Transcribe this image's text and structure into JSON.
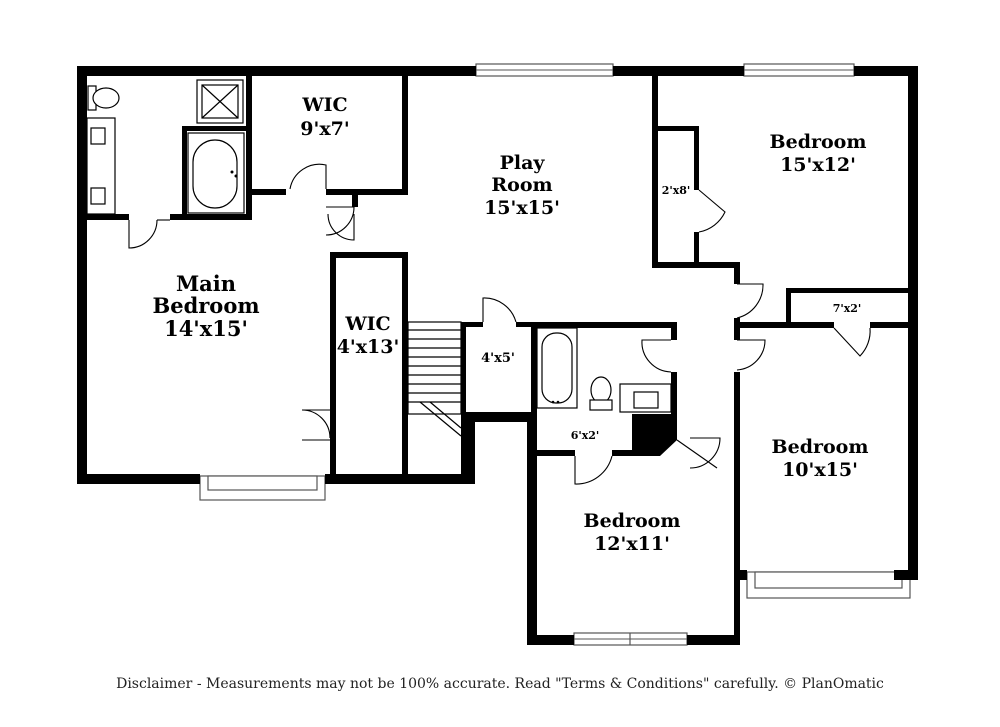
{
  "rooms": {
    "wic_top": {
      "name": "WIC",
      "size": "9'x7'"
    },
    "play_room": {
      "name_line1": "Play",
      "name_line2": "Room",
      "size": "15'x15'"
    },
    "bedroom_ne": {
      "name": "Bedroom",
      "size": "15'x12'"
    },
    "closet_2x8": {
      "size": "2'x8'"
    },
    "main_bedroom": {
      "name_line1": "Main",
      "name_line2": "Bedroom",
      "size": "14'x15'"
    },
    "wic_mid": {
      "name": "WIC",
      "size": "4'x13'"
    },
    "closet_4x5": {
      "size": "4'x5'"
    },
    "closet_7x2": {
      "size": "7'x2'"
    },
    "closet_6x2": {
      "size": "6'x2'"
    },
    "bedroom_e": {
      "name": "Bedroom",
      "size": "10'x15'"
    },
    "bedroom_s": {
      "name": "Bedroom",
      "size": "12'x11'"
    }
  },
  "disclaimer": "Disclaimer - Measurements may not be 100% accurate. Read \"Terms & Conditions\" carefully. © PlanOmatic"
}
